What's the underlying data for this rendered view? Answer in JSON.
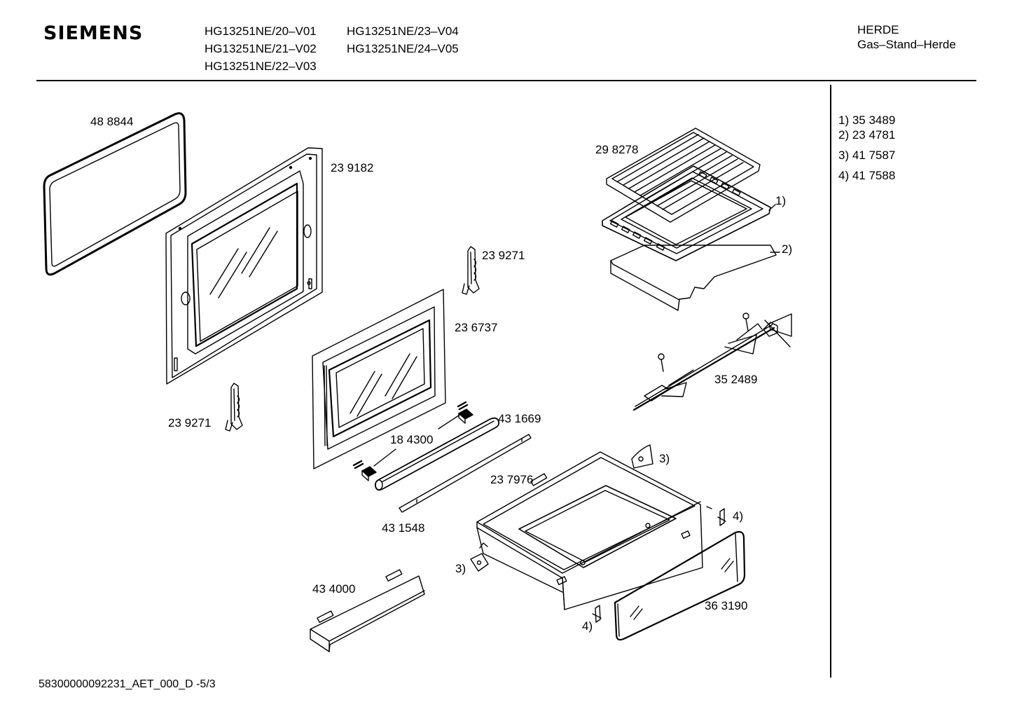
{
  "header": {
    "brand": "SIEMENS",
    "models_col1": [
      "HG13251NE/20–V01",
      "HG13251NE/21–V02",
      "HG13251NE/22–V03"
    ],
    "models_col2": [
      "HG13251NE/23–V04",
      "HG13251NE/24–V05"
    ],
    "category": "HERDE",
    "subcategory": "Gas–Stand–Herde"
  },
  "parts": {
    "gasket": "48 8844",
    "inner_door": "23 9182",
    "hinge_top": "23 9271",
    "hinge_left": "23 9271",
    "outer_door": "23 6737",
    "handle": "43 1669",
    "handle_cap": "18 4300",
    "strip": "43 1548",
    "drawer": "23 7976",
    "bracket": "43 4000",
    "drawer_front": "36 3190",
    "grid": "29 8278",
    "spit": "35 2489"
  },
  "callouts": {
    "c1": "1)",
    "c2": "2)",
    "c3a": "3)",
    "c3b": "3)",
    "c4a": "4)",
    "c4b": "4)"
  },
  "legend": [
    "1) 35 3489",
    "2) 23 4781",
    "3) 41 7587",
    "4) 41 7588"
  ],
  "footer": "58300000092231_AET_000_D -5/3"
}
